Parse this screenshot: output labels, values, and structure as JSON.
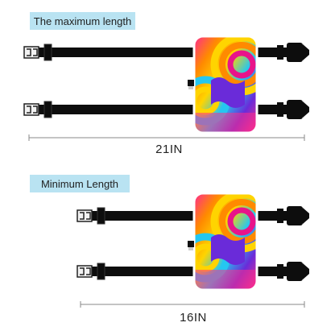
{
  "top": {
    "label": "The maximum length",
    "measurement": "21IN"
  },
  "bottom": {
    "label": "Minimum Length",
    "measurement": "16IN"
  },
  "colors": {
    "label_bg": "#b9e3f2",
    "strap": "#0d0d0d",
    "buckle": "#f2f2f2",
    "dimension_line": "#888888"
  }
}
